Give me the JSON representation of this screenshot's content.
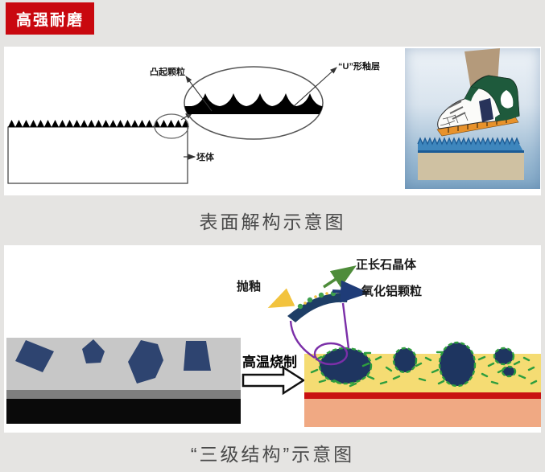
{
  "badge": {
    "label": "高强耐磨"
  },
  "surface_section": {
    "caption": "表面解构示意图",
    "labels": {
      "raised_particles": "凸起颗粒",
      "u_shaped_glaze": "“U”形釉层",
      "body": "坯体"
    }
  },
  "structure_section": {
    "caption": "“三级结构”示意图",
    "labels": {
      "polished_glaze": "抛釉",
      "orthoclase_crystal": "正长石晶体",
      "alumina_particles": "氧化铝颗粒",
      "high_temp_firing": "高温烧制"
    }
  },
  "colors": {
    "badge_red": "#C9080F",
    "page_bg": "#E5E4E2",
    "navy_crystal": "#2E4470",
    "blob_navy": "#1E3560",
    "glaze_yellow": "#F5DC73",
    "base_red": "#C91111",
    "base_salmon": "#F0A983",
    "green_accent": "#2E9E3E",
    "purple_accent": "#7B2FA8",
    "arrow_yellow": "#F2C33E",
    "arrow_blue": "#1F3C78",
    "floor_blue": "#3E86BD",
    "sole_orange": "#E8922B"
  }
}
